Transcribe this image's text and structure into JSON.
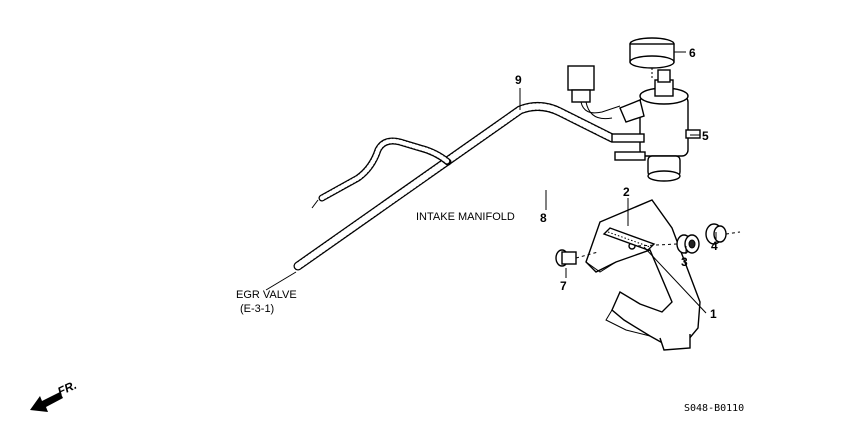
{
  "labels": {
    "egr_line1": "EGR VALVE",
    "egr_line2": "(E-3-1)",
    "intake": "INTAKE MANIFOLD",
    "front": "FR.",
    "code": "S048-B0110"
  },
  "callouts": [
    {
      "id": "1",
      "text": "1"
    },
    {
      "id": "2",
      "text": "2"
    },
    {
      "id": "3",
      "text": "3"
    },
    {
      "id": "4",
      "text": "4"
    },
    {
      "id": "5",
      "text": "5"
    },
    {
      "id": "6",
      "text": "6"
    },
    {
      "id": "7",
      "text": "7"
    },
    {
      "id": "8",
      "text": "8"
    },
    {
      "id": "9",
      "text": "9"
    }
  ]
}
